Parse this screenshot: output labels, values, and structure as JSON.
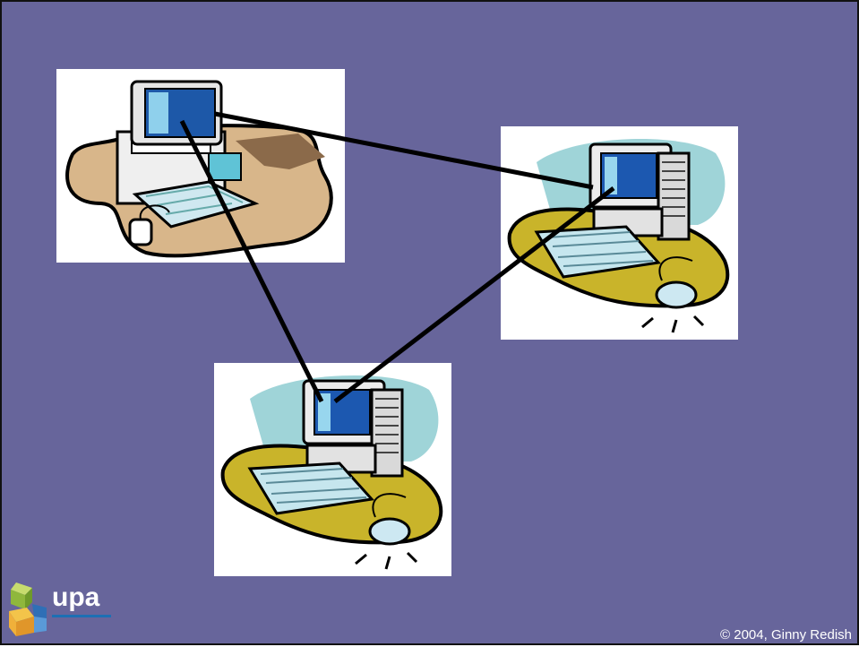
{
  "slide": {
    "background": "#67659b",
    "border": "#111111"
  },
  "computers": [
    {
      "name": "desktop-computer-1",
      "style": "beige desk with keyboard and mouse"
    },
    {
      "name": "desktop-computer-2",
      "style": "yellow mat with keyboard and mouse"
    },
    {
      "name": "desktop-computer-3",
      "style": "yellow mat with keyboard and mouse"
    }
  ],
  "network_link_color": "#000000",
  "logo": {
    "text": "upa",
    "icon": "cube-logo-icon"
  },
  "footer": {
    "copyright": "© 2004, Ginny Redish"
  }
}
